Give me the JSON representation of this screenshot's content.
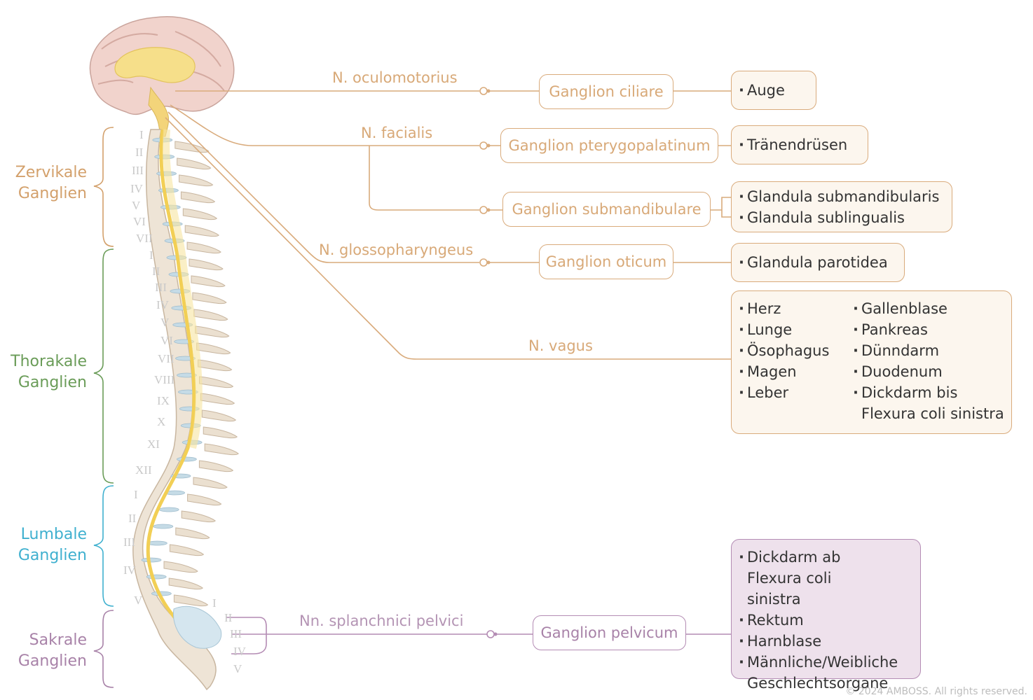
{
  "regions": {
    "cervical": [
      "Zervikale",
      "Ganglien"
    ],
    "thoracic": [
      "Thorakale",
      "Ganglien"
    ],
    "lumbar": [
      "Lumbale",
      "Ganglien"
    ],
    "sacral": [
      "Sakrale",
      "Ganglien"
    ]
  },
  "colors": {
    "parasympathetic_cranial": "#d9ab7c",
    "sacral": "#b48cb4",
    "cervical_text": "#d3a06b",
    "thoracic_text": "#6a9c58",
    "lumbar_text": "#3fb0cf",
    "sacral_text": "#a882a8",
    "nerve_yellow": "#f2d26a"
  },
  "vertebrae": {
    "cervical": [
      "I",
      "II",
      "III",
      "IV",
      "V",
      "VI",
      "VII"
    ],
    "thoracic": [
      "I",
      "II",
      "III",
      "IV",
      "V",
      "VI",
      "VII",
      "VIII",
      "IX",
      "X",
      "XI",
      "XII"
    ],
    "lumbar": [
      "I",
      "II",
      "III",
      "IV",
      "V"
    ],
    "sacral": [
      "I",
      "II",
      "III",
      "IV",
      "V"
    ]
  },
  "nerves": {
    "oculomotorius": "N. oculomotorius",
    "facialis": "N. facialis",
    "glossopharyngeus": "N. glossopharyngeus",
    "vagus": "N. vagus",
    "splanchnici": "Nn. splanchnici pelvici"
  },
  "ganglia": {
    "ciliare": "Ganglion ciliare",
    "pterygopalatinum": "Ganglion pterygopalatinum",
    "submandibulare": "Ganglion submandibulare",
    "oticum": "Ganglion oticum",
    "pelvicum": "Ganglion pelvicum"
  },
  "organs": {
    "ciliare": [
      "Auge"
    ],
    "pterygopalatinum": [
      "Tränendrüsen"
    ],
    "submandibulare": [
      "Glandula submandibularis",
      "Glandula sublingualis"
    ],
    "oticum": [
      "Glandula parotidea"
    ],
    "vagus_left": [
      "Herz",
      "Lunge",
      "Ösophagus",
      "Magen",
      "Leber"
    ],
    "vagus_right": [
      "Gallenblase",
      "Pankreas",
      "Dünndarm",
      "Duodenum",
      "Dickdarm bis Flexura coli sinistra"
    ],
    "pelvicum": [
      "Dickdarm ab Flexura coli sinistra",
      "Rektum",
      "Harnblase",
      "Männliche/Weibliche Geschlechtsorgane"
    ]
  },
  "copyright": "© 2024 AMBOSS. All rights reserved."
}
